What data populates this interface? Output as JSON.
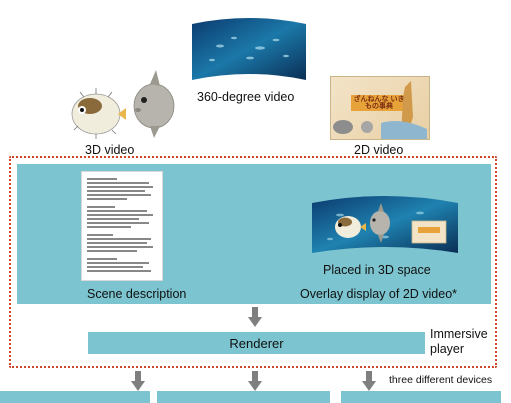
{
  "labels": {
    "pano": "360-degree video",
    "video3d": "3D video",
    "video2d": "2D video",
    "scene": "Scene description",
    "placed": "Placed in 3D space",
    "overlay": "Overlay display of 2D video*",
    "renderer": "Renderer",
    "player": "Immersive\nplayer",
    "devices": "three different devices"
  },
  "poster_text": "ざんねんな いきもの事典",
  "colors": {
    "panel": "#7cc4cf",
    "frame": "#d0462a",
    "arrow": "#7f7f7f"
  }
}
